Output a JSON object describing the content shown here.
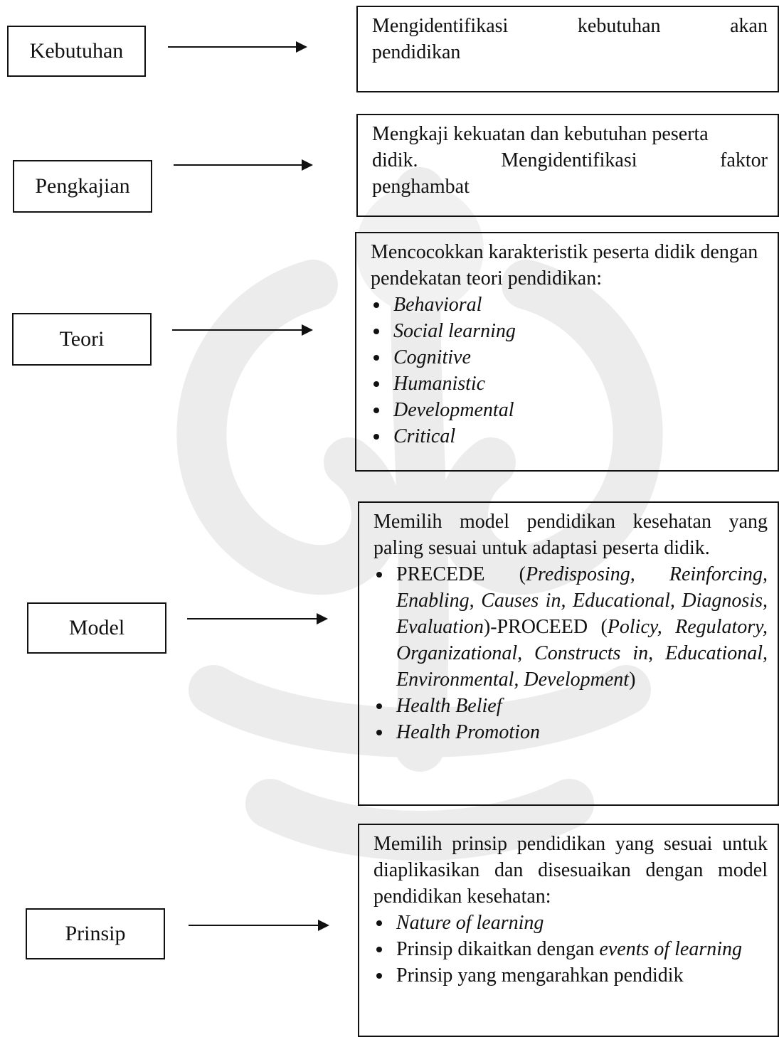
{
  "steps": [
    {
      "label": "Kebutuhan",
      "desc_spread": [
        "Mengidentifikasi",
        "kebutuhan",
        "akan"
      ],
      "desc_line2": "pendidikan"
    },
    {
      "label": "Pengkajian",
      "desc_line1": "Mengkaji kekuatan dan kebutuhan peserta",
      "desc_spread": [
        "didik.",
        "Mengidentifikasi",
        "faktor"
      ],
      "desc_line3": "penghambat"
    },
    {
      "label": "Teori",
      "desc": "Mencocokkan karakteristik peserta didik dengan pendekatan teori pendidikan:",
      "items": [
        "Behavioral",
        "Social learning",
        "Cognitive",
        "Humanistic",
        "Developmental",
        "Critical"
      ]
    },
    {
      "label": "Model",
      "desc": "Memilih model pendidikan kesehatan yang paling sesuai untuk adaptasi peserta didik.",
      "precede": {
        "name": "PRECEDE",
        "expansion": "Predisposing, Reinforcing, Enabling, Causes in, Educational, Diagnosis, Evaluation",
        "joiner": ")-PROCEED",
        "expansion2": "Policy, Regulatory, Organizational, Constructs in, Educational, Environmental, Development"
      },
      "items": [
        "Health Belief",
        "Health Promotion"
      ]
    },
    {
      "label": "Prinsip",
      "desc": "Memilih prinsip pendidikan yang sesuai untuk diaplikasikan dan disesuaikan dengan model pendidikan kesehatan:",
      "item1": "Nature of learning",
      "item2_prefix": "Prinsip dikaitkan dengan",
      "item2_italic": "events of learning",
      "item3": "Prinsip yang mengarahkan pendidik"
    }
  ]
}
